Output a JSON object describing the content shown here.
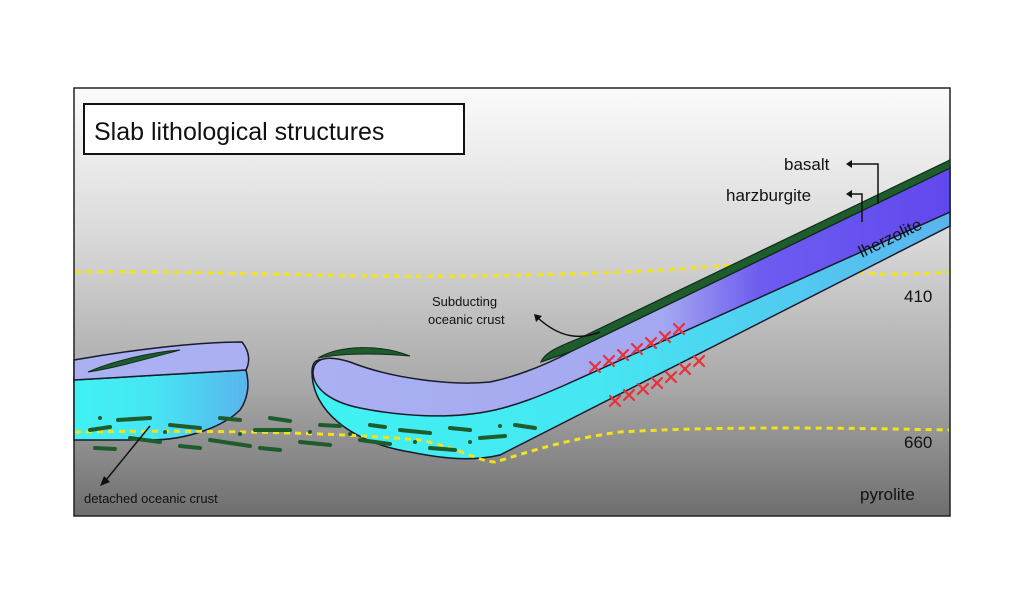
{
  "title": "Slab lithological structures",
  "labels": {
    "basalt": "basalt",
    "harzburgite": "harzburgite",
    "lherzolite": "lherzolite",
    "depth_410": "410",
    "depth_660": "660",
    "pyrolite": "pyrolite",
    "subducting_crust_line1": "Subducting",
    "subducting_crust_line2": "oceanic crust",
    "detached_crust": "detached oceanic crust"
  },
  "colors": {
    "basalt": "#1e5c2e",
    "harzburgite": "#6a5cf0",
    "harzburgite_light": "#a8aef0",
    "lherzolite": "#5ec8f0",
    "lherzolite_cyan": "#3ff0f0",
    "discontinuity": "#f2e21c",
    "markers": "#e8303a"
  }
}
